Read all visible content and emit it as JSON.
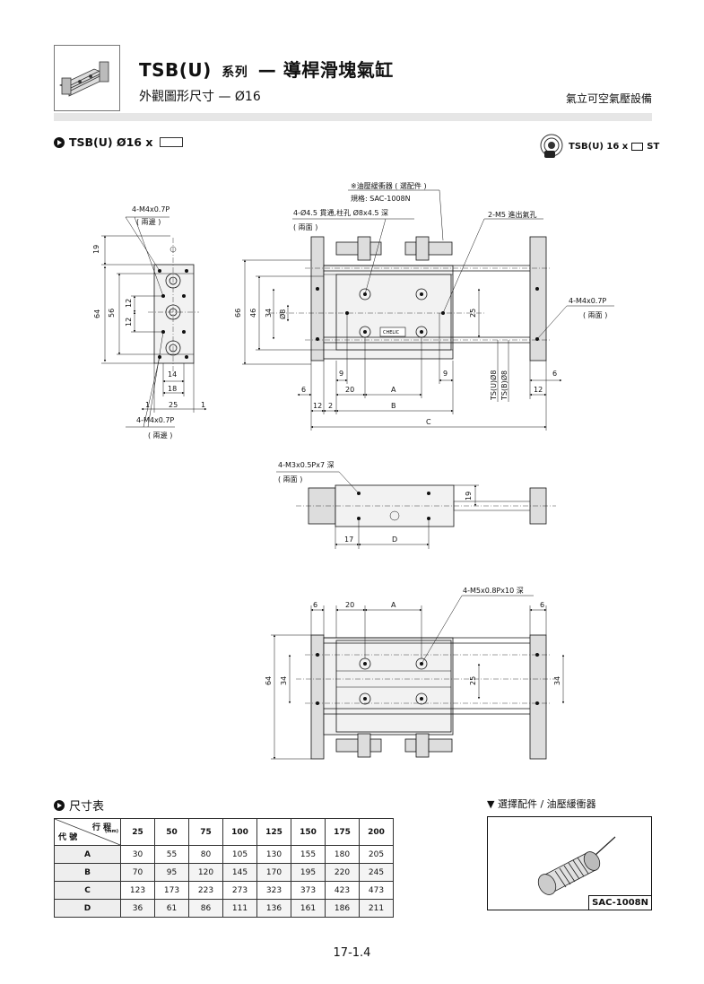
{
  "header": {
    "model": "TSB(U)",
    "series": "系列",
    "dash": "—",
    "product": "導桿滑塊氣缸",
    "subtitle": "外觀圖形尺寸 — Ø16",
    "brand": "氣立可空氣壓設備"
  },
  "section1": {
    "label": "TSB(U)   Ø16 x"
  },
  "variant": {
    "label": "TSB(U) 16 x",
    "suffix": "ST"
  },
  "drawing": {
    "callouts": {
      "m4_top": "4-M4x0.7P",
      "both_sides": "( 兩邊 )",
      "m4_bottom": "4-M4x0.7P",
      "holes": "4-Ø4.5 貫通,柱孔 Ø8x4.5  深",
      "both_faces": "( 兩面 )",
      "shock": "※油壓緩衝器 ( 選配件 )",
      "shock_spec": "規格: SAC-1008N",
      "exhaust": "2-M5  進出氣孔",
      "m4_right": "4-M4x0.7P",
      "m3": "4-M3x0.5Px7 深",
      "m5": "4-M5x0.8Px10  深"
    },
    "dims": {
      "d19": "19",
      "d64": "64",
      "d56": "56",
      "d12": "12",
      "d14": "14",
      "d18": "18",
      "d1": "1",
      "d25": "25",
      "d66": "66",
      "d46": "46",
      "d34": "34",
      "d8": "Ø8",
      "d9": "9",
      "d20": "20",
      "dA": "A",
      "dB": "B",
      "dC": "C",
      "dD": "D",
      "d6": "6",
      "d2": "2",
      "d17": "17",
      "rod_u": "TS(U)Ø8",
      "rod_b": "TS(B)Ø8"
    },
    "nameplate": "CHELIC"
  },
  "table": {
    "section_label": "尺寸表",
    "header_code": "代 號",
    "header_stroke": "行 程",
    "header_unit": "(mm)",
    "strokes": [
      "25",
      "50",
      "75",
      "100",
      "125",
      "150",
      "175",
      "200"
    ],
    "rows": [
      {
        "code": "A",
        "values": [
          "30",
          "55",
          "80",
          "105",
          "130",
          "155",
          "180",
          "205"
        ]
      },
      {
        "code": "B",
        "values": [
          "70",
          "95",
          "120",
          "145",
          "170",
          "195",
          "220",
          "245"
        ]
      },
      {
        "code": "C",
        "values": [
          "123",
          "173",
          "223",
          "273",
          "323",
          "373",
          "423",
          "473"
        ]
      },
      {
        "code": "D",
        "values": [
          "36",
          "61",
          "86",
          "111",
          "136",
          "161",
          "186",
          "211"
        ]
      }
    ]
  },
  "accessory": {
    "heading": "▼ 選擇配件 / 油壓緩衝器",
    "model": "SAC-1008N"
  },
  "page_number": "17-1.4"
}
